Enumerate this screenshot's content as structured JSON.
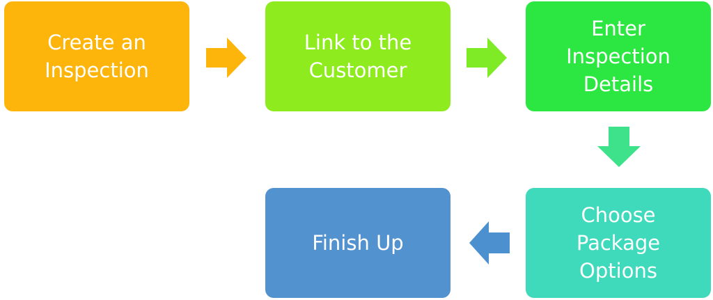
{
  "steps": [
    {
      "id": "create",
      "lines": [
        "Create an",
        "Inspection"
      ],
      "color": "#FDB50B"
    },
    {
      "id": "link",
      "lines": [
        "Link to the",
        "Customer"
      ],
      "color": "#8EEB1E"
    },
    {
      "id": "details",
      "lines": [
        "Enter",
        "Inspection",
        "Details"
      ],
      "color": "#2CE741"
    },
    {
      "id": "package",
      "lines": [
        "Choose",
        "Package",
        "Options"
      ],
      "color": "#3FD9BB"
    },
    {
      "id": "finish",
      "lines": [
        "Finish Up"
      ],
      "color": "#5292CF"
    }
  ],
  "arrows": [
    {
      "direction": "right",
      "color": "#FDB50B"
    },
    {
      "direction": "right",
      "color": "#7EEB26"
    },
    {
      "direction": "down",
      "color": "#3DE28A"
    },
    {
      "direction": "left",
      "color": "#4D90D0"
    }
  ]
}
